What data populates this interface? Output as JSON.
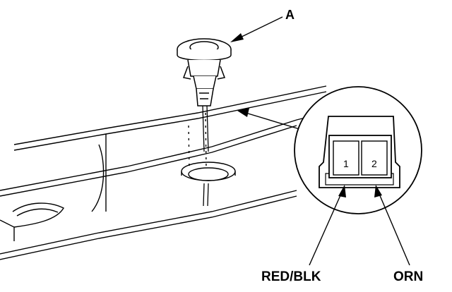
{
  "callout": {
    "label": "A"
  },
  "connector": {
    "pins": [
      {
        "number": "1",
        "wire_color": "RED/BLK"
      },
      {
        "number": "2",
        "wire_color": "ORN"
      }
    ]
  },
  "colors": {
    "line": "#000000",
    "background": "#ffffff"
  }
}
